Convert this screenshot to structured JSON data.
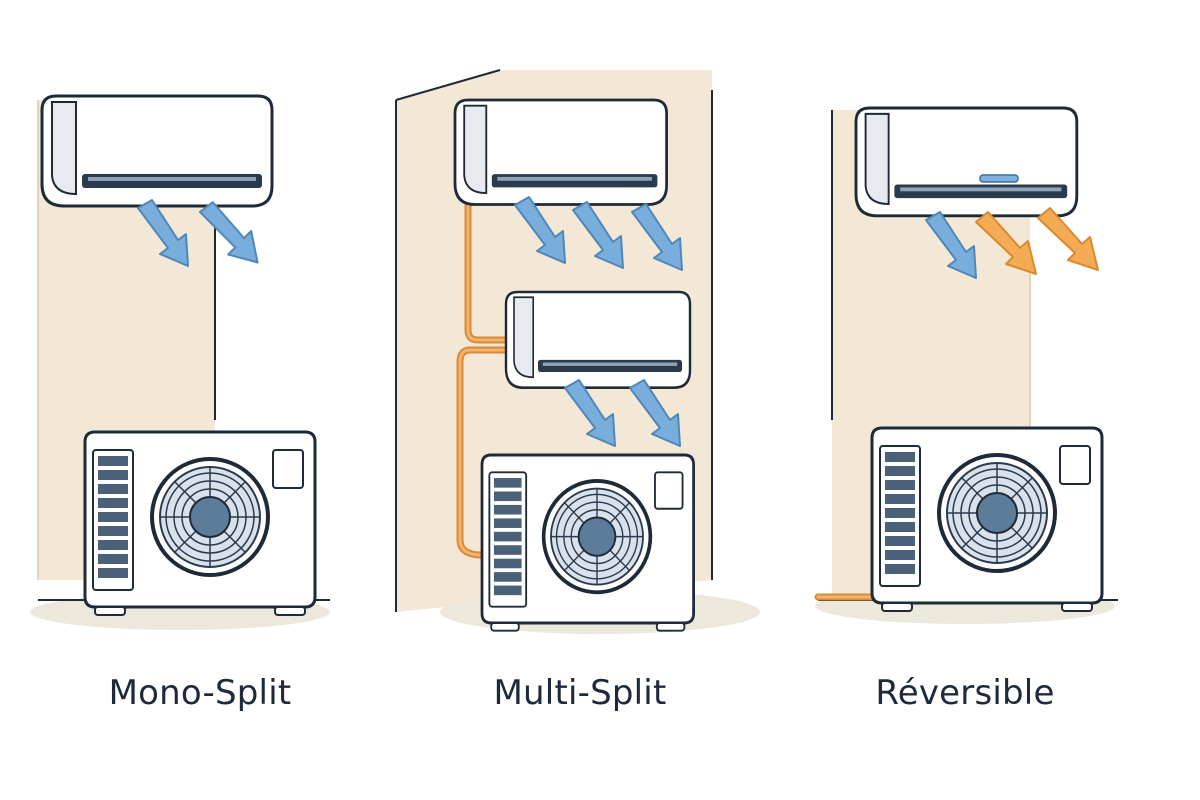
{
  "panels": [
    {
      "label": "Mono-Split",
      "indoor_units": 1,
      "airflow": [
        "cold"
      ]
    },
    {
      "label": "Multi-Split",
      "indoor_units": 2,
      "airflow": [
        "cold"
      ]
    },
    {
      "label": "Réversible",
      "indoor_units": 1,
      "airflow": [
        "cold",
        "hot"
      ]
    }
  ],
  "colors": {
    "wall": "#f3e8d6",
    "unit_fill": "#ffffff",
    "unit_stroke": "#1f2a38",
    "fan_blue": "#5f7f9c",
    "cold_arrow": "#6fa6d6",
    "hot_arrow": "#f0a548",
    "pipe": "#d98a3a",
    "floor_shadow": "#ece8dc"
  }
}
